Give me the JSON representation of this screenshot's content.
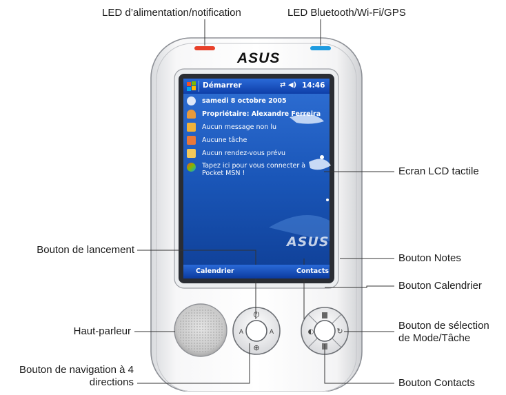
{
  "labels": {
    "led_power": "LED d’alimentation/notification",
    "led_wireless": "LED Bluetooth/Wi-Fi/GPS",
    "touchscreen": "Ecran LCD tactile",
    "launch_button": "Bouton de lancement",
    "notes_button": "Bouton Notes",
    "calendar_button": "Bouton Calendrier",
    "speaker": "Haut-parleur",
    "mode_task_button": "Bouton de sélection de Mode/Tâche",
    "nav_pad": "Bouton de navigation à 4 directions",
    "contacts_button": "Bouton Contacts"
  },
  "device": {
    "brand": "ASUS",
    "screen": {
      "start": "Démarrer",
      "time": "14:46",
      "date": "samedi 8 octobre 2005",
      "owner": "Propriétaire: Alexandre Ferreira",
      "messages": "Aucun message non lu",
      "tasks": "Aucune tâche",
      "appointments": "Aucun rendez-vous prévu",
      "msn": "Tapez ici pour vous connecter à Pocket MSN !",
      "softkey_left": "Calendrier",
      "softkey_right": "Contacts",
      "screen_logo": "ASUS"
    }
  },
  "colors": {
    "led_power": "#e8402a",
    "led_wireless": "#1e9be0",
    "screen_bg": "#1a56b8"
  }
}
